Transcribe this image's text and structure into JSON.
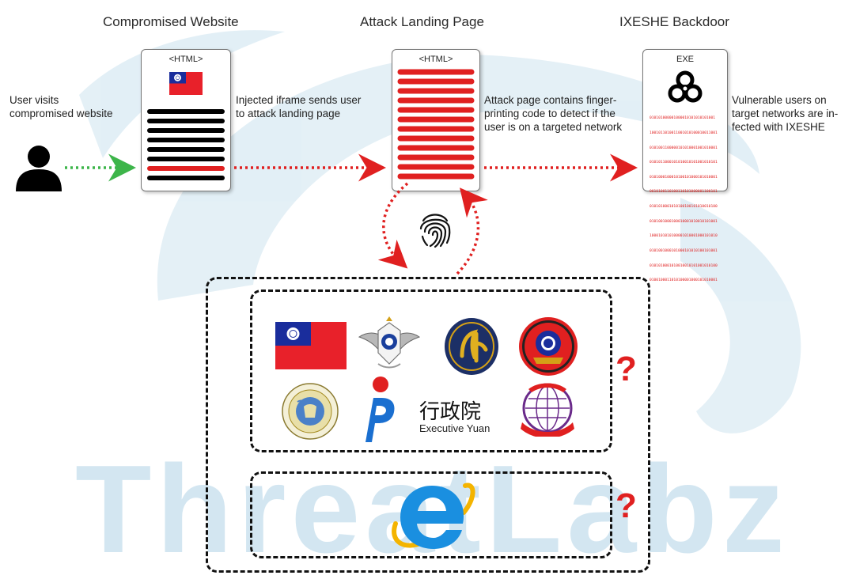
{
  "titles": {
    "compromised": "Compromised Website",
    "landing": "Attack Landing Page",
    "backdoor": "IXESHE Backdoor"
  },
  "docs": {
    "compromised_header": "<HTML>",
    "landing_header": "<HTML>",
    "backdoor_header": "EXE",
    "binary_lines": [
      "010101000001000010101010101001",
      "1001011010011001010100010011001",
      "0101001100000101010001001010001",
      "0101011000101010010101001010101",
      "0101000100010100101000101010001",
      "0010100110100110101000001100101",
      "0101010001010100100101010010100",
      "0101001000100010001010010101001",
      "1000101010100001010001000101010",
      "0101001000101000101010100101001",
      "0101010001010010010101001010100",
      "0100100011010100001000101010001"
    ]
  },
  "notes": {
    "user": "User visits\ncompromised website",
    "iframe": "Injected iframe sends user\nto attack landing page",
    "fingerprint": "Attack page contains finger-\nprinting code to detect if the\nuser is on a targeted network",
    "vulnerable": "Vulnerable users on\ntarget networks are in-\nfected with IXESHE"
  },
  "targets": {
    "question_mark": "?",
    "executive_yuan_chars": "行政院",
    "executive_yuan_text": "Executive Yuan"
  },
  "watermark": "ThreatLabz",
  "colors": {
    "red": "#e02020",
    "green": "#3db54a",
    "watermark": "#3d93c2",
    "flag_red": "#e8212a",
    "flag_blue": "#1a2d9c"
  }
}
